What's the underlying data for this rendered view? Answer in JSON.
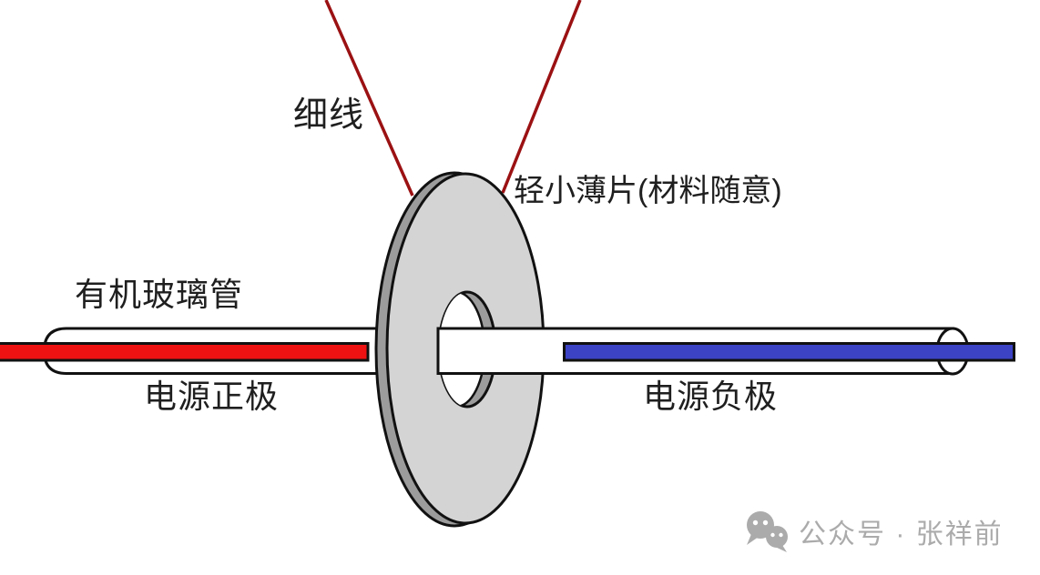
{
  "background": "#FFFFFF",
  "diagram": {
    "labels": {
      "thread": "细线",
      "sheet": "轻小薄片(材料随意)",
      "tube": "有机玻璃管",
      "positive": "电源正极",
      "negative": "电源负极"
    },
    "colors": {
      "thread": "#9B1113",
      "positive_rod": "#EE1212",
      "negative_rod": "#3C43C5",
      "disc_face": "#D4D4D4",
      "disc_rim": "#9C9C9C",
      "tube_fill": "#FFFFFF",
      "outline": "#111111",
      "label_text": "#1F1F1F"
    }
  },
  "watermark": {
    "icon": "wechat-icon",
    "text": "公众号 · 张祥前",
    "color": "#ABABAB"
  }
}
